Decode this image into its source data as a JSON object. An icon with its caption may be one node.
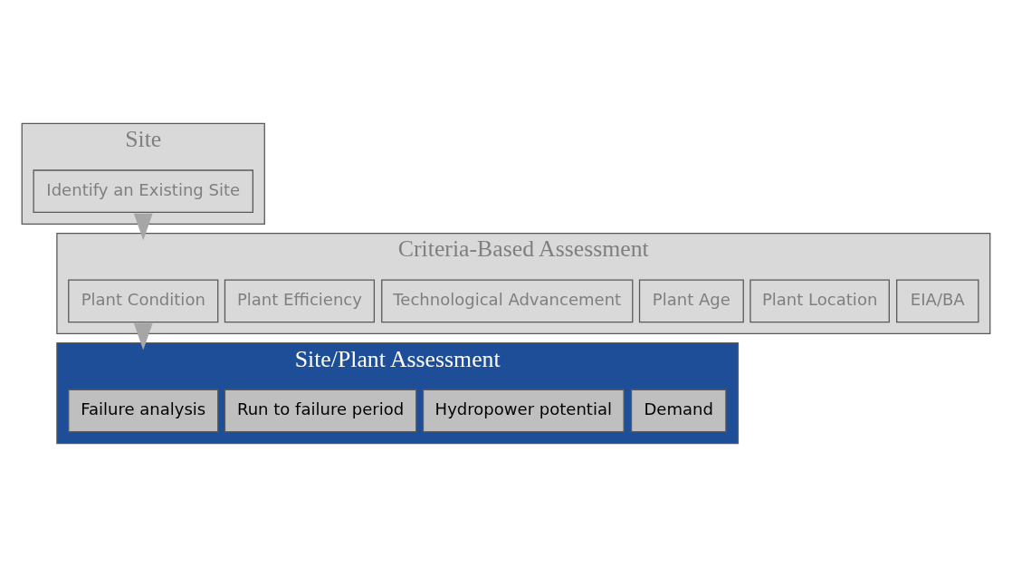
{
  "diagram": {
    "nodes": [
      {
        "text": [
          "Site"
        ]
      },
      {
        "text": [
          "Identify an Existing Site"
        ],
        "in": 0
      },
      {
        "text": [
          "Criteria-Based Assessment"
        ]
      },
      {
        "text": [
          "Plant Condition"
        ],
        "in": 2
      },
      {
        "text": [
          "Plant Efficiency"
        ],
        "in": 2
      },
      {
        "text": [
          "Technological Advancement"
        ],
        "in": 2
      },
      {
        "text": [
          "Plant Age"
        ],
        "in": 2
      },
      {
        "text": [
          "Plant Location"
        ],
        "in": 2
      },
      {
        "text": [
          "EIA/BA"
        ],
        "in": 2
      },
      {
        "text": [
          "Site/Plant Assessment"
        ]
      },
      {
        "text": [
          "Failure analysis"
        ],
        "in": 9
      },
      {
        "text": [
          "Run to failure period"
        ],
        "in": 9
      },
      {
        "text": [
          "Hydropower potential"
        ],
        "in": 9
      },
      {
        "text": [
          "Demand"
        ],
        "in": 9
      }
    ],
    "edges": [
      {
        "from": 0,
        "to": 2,
        "arrow": "to"
      },
      {
        "from": 2,
        "to": 9,
        "arrow": "to"
      }
    ]
  }
}
